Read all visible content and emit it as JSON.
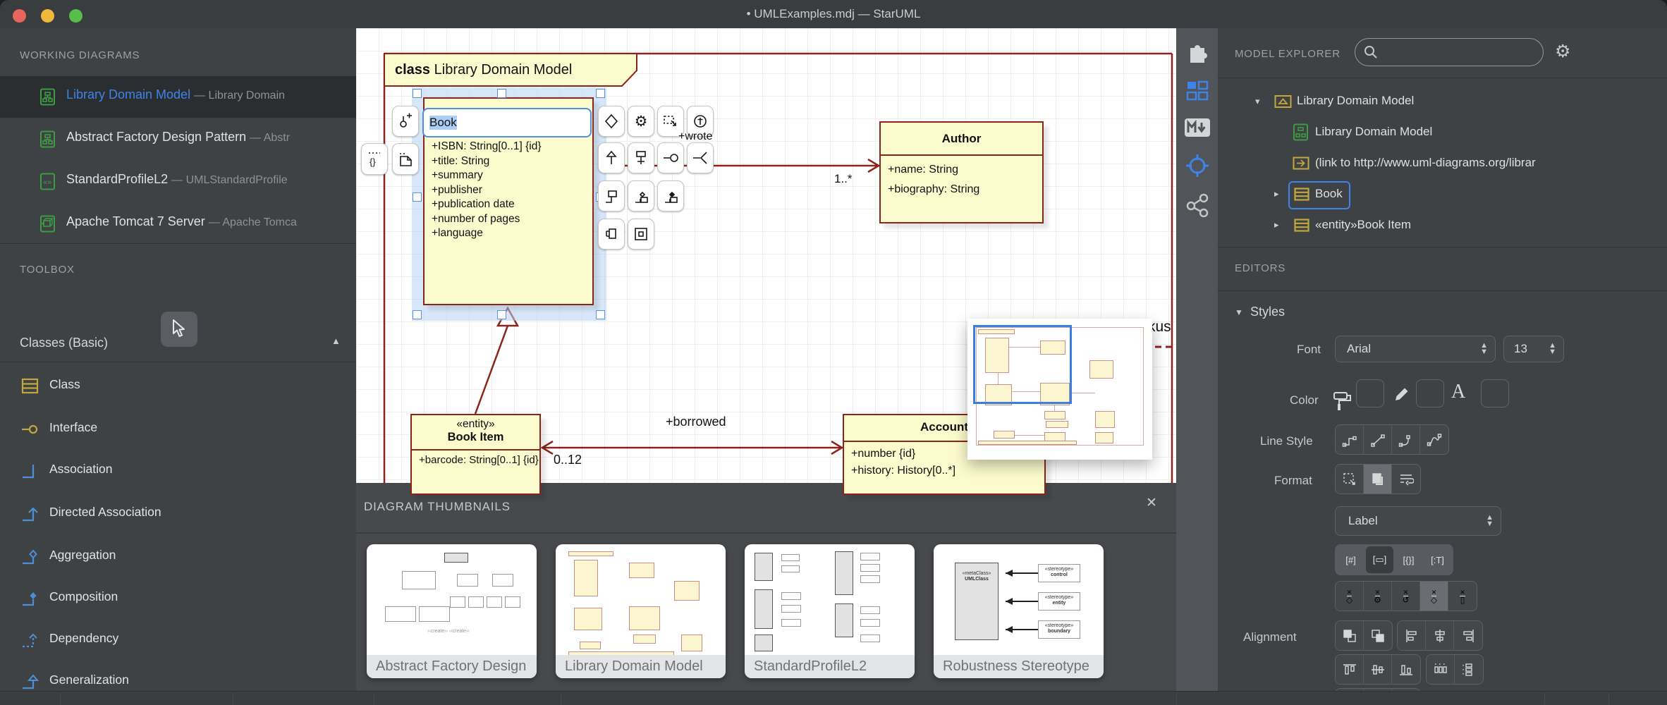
{
  "window": {
    "title": "• UMLExamples.mdj — StarUML"
  },
  "icons": {
    "close": "✕",
    "gear": "⚙",
    "caret_down": "▾",
    "caret_right": "▸",
    "collapse_up": "▲",
    "stepper_up": "▲",
    "stepper_down": "▼",
    "styles_caret": "▼",
    "x_overlay": "✕",
    "vis_tags": "[#]",
    "vis_ops": "[▭]",
    "vis_constraints": "[{}]",
    "vis_types": "[:T]",
    "sup_diamond": "◇",
    "sup_gear": "⚙",
    "sup_circular": "↺",
    "sup_diamond2": "◇",
    "sup_rect": "▯"
  },
  "sidebar": {
    "working_diagrams": {
      "header": "WORKING DIAGRAMS",
      "items": [
        {
          "label": "Library Domain Model",
          "secondary": "— Library Domain"
        },
        {
          "label": "Abstract Factory Design Pattern",
          "secondary": "— Abstr"
        },
        {
          "label": "StandardProfileL2",
          "secondary": "— UMLStandardProfile"
        },
        {
          "label": "Apache Tomcat 7 Server",
          "secondary": "— Apache Tomca"
        }
      ]
    },
    "toolbox": {
      "header": "TOOLBOX",
      "group_label": "Classes (Basic)",
      "items": [
        "Class",
        "Interface",
        "Association",
        "Directed Association",
        "Aggregation",
        "Composition",
        "Dependency",
        "Generalization"
      ]
    }
  },
  "canvas": {
    "frame": {
      "keyword": "class",
      "name": "Library Domain Model"
    },
    "book": {
      "name": "Book",
      "attributes": [
        "+ISBN: String[0..1] {id}",
        "+title: String",
        "+summary",
        "+publisher",
        "+publication date",
        "+number of pages",
        "+language"
      ]
    },
    "author": {
      "name": "Author",
      "attributes": [
        "+name: String",
        "+biography: String"
      ]
    },
    "book_item": {
      "stereotype": "«entity»",
      "name": "Book Item",
      "attributes": [
        "+barcode: String[0..1] {id}"
      ]
    },
    "account": {
      "name": "Account",
      "attributes": [
        "+number {id}",
        "+history: History[0..*]"
      ]
    },
    "relations": {
      "wrote_label": "+wrote",
      "wrote_multiplicity": "1..*",
      "borrowed_label": "+borrowed",
      "borrowed_multiplicity": "0..12"
    },
    "edge_fragment": "kus"
  },
  "thumbnails": {
    "header": "DIAGRAM THUMBNAILS",
    "cards": [
      {
        "caption": "Abstract Factory Design"
      },
      {
        "caption": "Library Domain Model"
      },
      {
        "caption": "StandardProfileL2"
      },
      {
        "caption": "Robustness Stereotype"
      }
    ],
    "robustness": {
      "metaclass_kw": "«metaClass»",
      "metaclass_name": "UMLClass",
      "stereotype_kw": "«stereotype»",
      "stereotypes": [
        "control",
        "entity",
        "boundary"
      ]
    }
  },
  "explorer": {
    "header": "MODEL EXPLORER",
    "tree": [
      {
        "label": "Library Domain Model"
      },
      {
        "label": "Library Domain Model"
      },
      {
        "label": "(link to http://www.uml-diagrams.org/librar"
      },
      {
        "label": "Book"
      },
      {
        "label": "«entity»Book Item"
      }
    ]
  },
  "editors": {
    "header": "EDITORS",
    "styles_label": "Styles",
    "font_label": "Font",
    "font_value": "Arial",
    "font_size": "13",
    "color_label": "Color",
    "line_style_label": "Line Style",
    "format_label": "Format",
    "label_select_value": "Label",
    "alignment_label": "Alignment",
    "colors": {
      "fill_swatch": "#fdfede",
      "line_swatch": "#9e2b21",
      "font_swatch": "#000000"
    }
  }
}
